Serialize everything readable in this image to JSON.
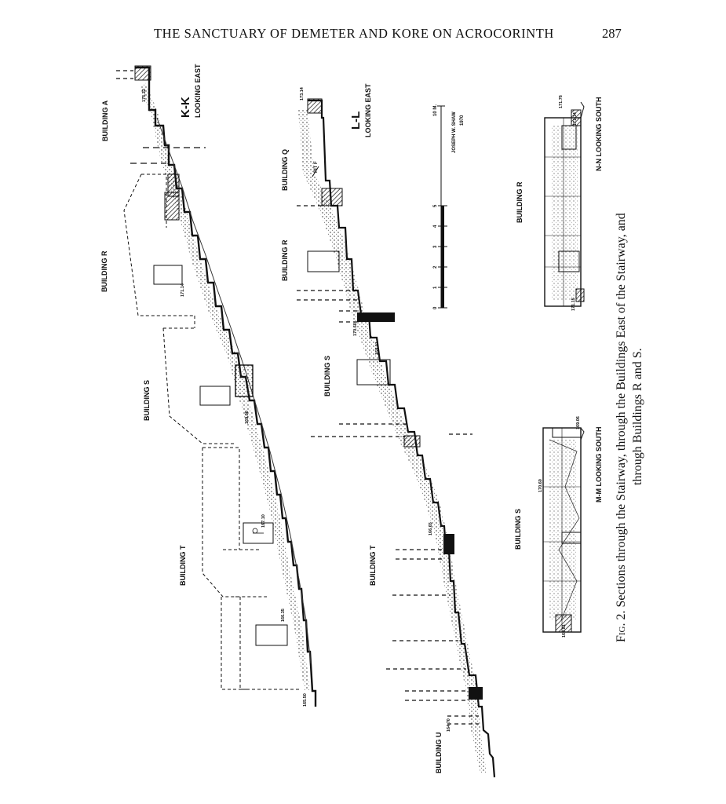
{
  "header": {
    "title": "THE SANCTUARY OF DEMETER AND KORE ON ACROCORINTH",
    "page_number": "287"
  },
  "sections": {
    "kk": {
      "mark": "K-K",
      "direction": "LOOKING EAST"
    },
    "ll": {
      "mark": "L-L",
      "direction": "LOOKING EAST"
    },
    "mm": {
      "label": "M-M LOOKING SOUTH"
    },
    "nn": {
      "label": "N-N LOOKING SOUTH"
    }
  },
  "buildings": {
    "a": "BUILDING A",
    "r": "BUILDING R",
    "s": "BUILDING S",
    "t": "BUILDING T",
    "q": "BUILDING Q",
    "u": "BUILDING U"
  },
  "pit_label": "PIT F",
  "elevations": {
    "kk_top": "175.32",
    "kk_171": "171.14",
    "kk_169": "169.06",
    "kk_167": "167.10",
    "kk_166": "166.35",
    "kk_bottom": "165.50",
    "ll_top": "173.14",
    "ll_170": "170.60",
    "ll_169": "169.01",
    "ll_166": "166.65",
    "ll_bottom": "164.70",
    "mm_top": "169.06",
    "mm_mid": "170.60",
    "mm_bottom": "169.81",
    "nn_top": "171.76",
    "nn_mid": "171.14",
    "nn_bottom": "171.15"
  },
  "scale": {
    "ticks": [
      "0",
      "1",
      "2",
      "3",
      "4",
      "5"
    ],
    "end_label": "10 M.",
    "author": "JOSEPH W. SHAW",
    "year": "1970"
  },
  "caption": {
    "prefix": "Fig. 2.",
    "line1": "Sections through the Stairway, through the Buildings East of the Stairway, and",
    "line2": "through Buildings R and S."
  }
}
